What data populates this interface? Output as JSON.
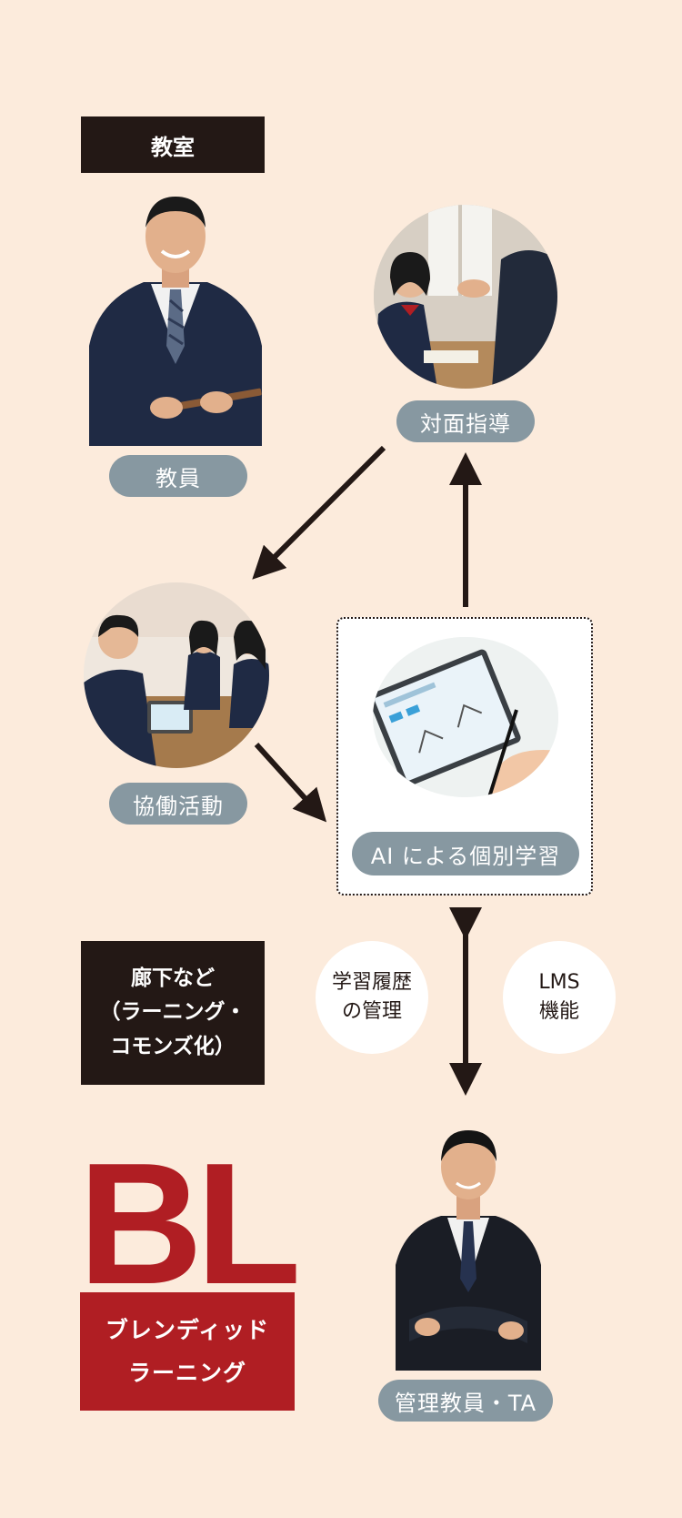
{
  "classroom": {
    "label": "教室"
  },
  "teacher": {
    "label": "教員"
  },
  "face_to_face": {
    "label": "対面指導"
  },
  "collaboration": {
    "label": "協働活動"
  },
  "ai_learning": {
    "label": "AI による個別学習"
  },
  "hallway": {
    "lines": [
      "廊下など",
      "（ラーニング・",
      "コモンズ化）"
    ]
  },
  "history": {
    "lines": [
      "学習履歴",
      "の管理"
    ]
  },
  "lms": {
    "lines": [
      "LMS",
      "機能"
    ]
  },
  "manager": {
    "label": "管理教員・TA"
  },
  "bl": {
    "title": "BL",
    "subtitle_lines": [
      "ブレンディッド",
      "ラーニング"
    ]
  },
  "colors": {
    "background": "#fcebdc",
    "dark": "#231815",
    "pill": "#8798a1",
    "brand_red": "#b01e23"
  }
}
